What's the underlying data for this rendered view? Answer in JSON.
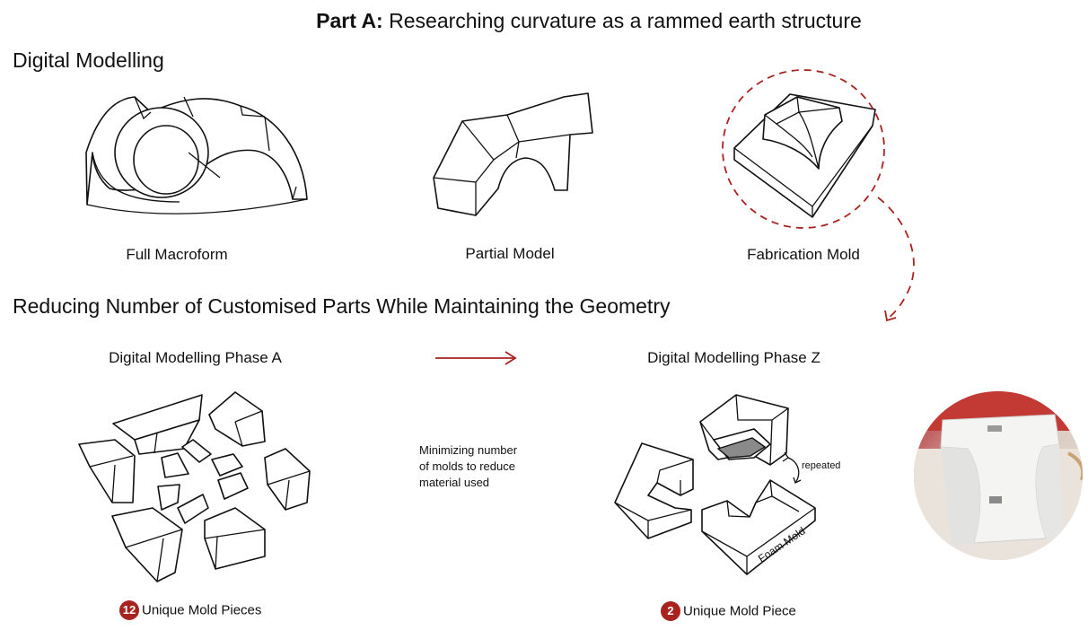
{
  "header": {
    "title_bold": "Part A:",
    "title_rest": " Researching curvature as a rammed earth structure"
  },
  "sections": {
    "digital_modelling": "Digital Modelling",
    "reducing": "Reducing Number of Customised Parts While Maintaining the Geometry"
  },
  "models": {
    "full": "Full Macroform",
    "partial": "Partial Model",
    "mold": "Fabrication Mold"
  },
  "phases": {
    "a": "Digital Modelling Phase A",
    "z": "Digital Modelling Phase Z"
  },
  "notes": {
    "minimizing": [
      "Minimizing number",
      "of molds to reduce",
      "material used"
    ],
    "repeated": "repeated",
    "foam": "Foam Mold"
  },
  "counts": {
    "a_number": "12",
    "a_label": "Unique Mold Pieces",
    "z_number": "2",
    "z_label": "Unique Mold Piece"
  },
  "colors": {
    "accent": "#a82320",
    "ink": "#111111"
  }
}
